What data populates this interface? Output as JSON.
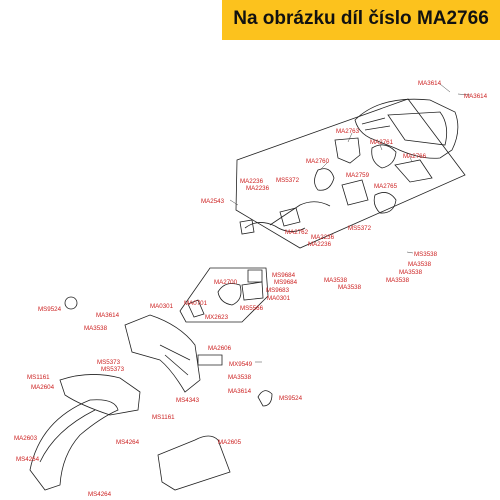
{
  "banner": {
    "text": "Na obrázku díl číslo MA2766"
  },
  "colors": {
    "banner_bg": "#fcc21d",
    "label": "#cc2020",
    "line": "#222222"
  },
  "labels": [
    "MA3614",
    "MA3614",
    "MA2763",
    "MA2761",
    "MA2760",
    "MA2766",
    "MS5372",
    "MA2759",
    "MA2236",
    "MA2236",
    "MA2765",
    "MA2543",
    "MA2762",
    "MS5372",
    "MA2236",
    "MA2236",
    "MS3538",
    "MA3538",
    "MA3538",
    "MA3538",
    "MA3538",
    "MA3538",
    "MA2700",
    "MS9684",
    "MS9684",
    "MS9683",
    "MA0301",
    "MA0301",
    "MA0701",
    "MS5566",
    "MX2623",
    "MS9524",
    "MA3614",
    "MA3538",
    "MA2606",
    "MS5373",
    "MS5373",
    "MX9549",
    "MA3538",
    "MS1161",
    "MA2604",
    "MA3614",
    "MS9524",
    "MS4343",
    "MS1161",
    "MA2603",
    "MS4264",
    "MA2605",
    "MS4264",
    "MS4264"
  ]
}
